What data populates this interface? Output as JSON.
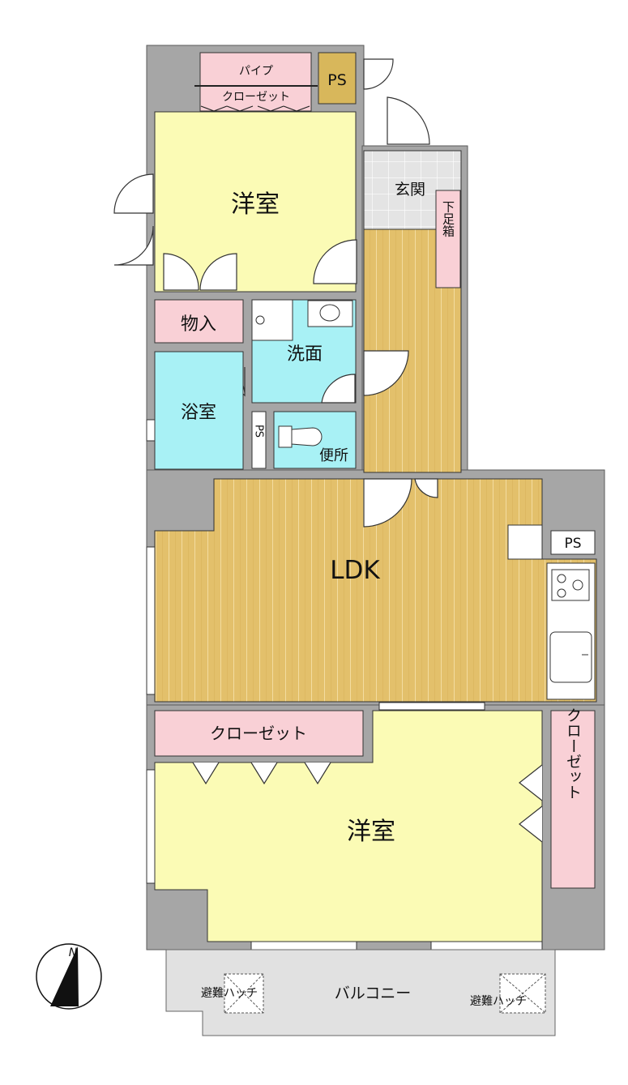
{
  "rooms": {
    "western_upper": "洋室",
    "genkan": "玄関",
    "shoe_box": "下足箱",
    "storage": "物入",
    "washroom": "洗面",
    "bath": "浴室",
    "toilet": "便所",
    "ps_small": "PS",
    "ldk": "LDK",
    "ps_kitchen": "PS",
    "ps_top": "PS",
    "closet_top_pipe": "パイプ",
    "closet_top": "クローゼット",
    "closet_lower_left": "クローゼット",
    "closet_lower_right": "クローゼット",
    "western_lower": "洋室",
    "balcony": "バルコニー",
    "hatch_left": "避難ハッチ",
    "hatch_right": "避難ハッチ"
  },
  "compass": {
    "north_label": "N"
  },
  "colors": {
    "wall": "#a6a6a6",
    "western_room": "#fbfbb5",
    "wet_area": "#a8f1f5",
    "closet": "#f9d0d6",
    "ps": "#d8b75b",
    "wood_floor": "#e3c06b",
    "entrance": "#e4e4e4",
    "balcony": "#e1e1e1"
  }
}
